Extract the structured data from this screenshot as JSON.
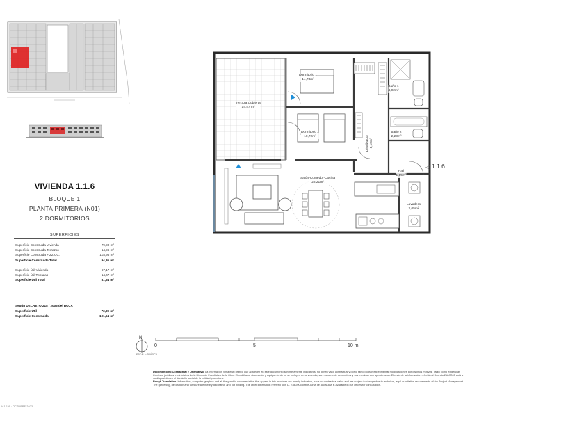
{
  "dwelling": {
    "title": "VIVIENDA 1.1.6",
    "block": "BLOQUE 1",
    "floor": "PLANTA PRIMERA (N01)",
    "bedrooms": "2 DORMITORIOS",
    "code_tag": "1.1.6"
  },
  "surfaces": {
    "heading": "SUPERFICIES",
    "built": [
      {
        "label": "Superficie Construida Vivienda",
        "value": "79,90 m²",
        "bold": false
      },
      {
        "label": "Superficie Construida Terrazas",
        "value": "14,96 m²",
        "bold": false
      },
      {
        "label": "Superficie Construida + ZZ.CC.",
        "value": "103,96 m²",
        "bold": false
      },
      {
        "label": "Superficie Construida Total",
        "value": "94,86 m²",
        "bold": true
      }
    ],
    "useful": [
      {
        "label": "Superficie Útil Vivienda",
        "value": "67,17 m²",
        "bold": false
      },
      {
        "label": "Superficie Útil Terrazas",
        "value": "14,47 m²",
        "bold": false
      },
      {
        "label": "Superficie Útil Total",
        "value": "81,64 m²",
        "bold": true
      }
    ],
    "decree_heading": "Según DECRETO 218 / 2005 del BOJA",
    "decree": [
      {
        "label": "Superficie Útil",
        "value": "73,89 m²",
        "bold": true
      },
      {
        "label": "Superficie Construida",
        "value": "101,64 m²",
        "bold": true
      }
    ]
  },
  "rooms": [
    {
      "name": "Dormitorio 1",
      "area": "14,73m²"
    },
    {
      "name": "Baño 1",
      "area": "4,02m²"
    },
    {
      "name": "Terraza Cubierta",
      "area": "14,47 m²"
    },
    {
      "name": "Dormitorio 2",
      "area": "10,72m²"
    },
    {
      "name": "Baño 2",
      "area": "2,23m²"
    },
    {
      "name": "Distribuidor",
      "area": "1,10m²"
    },
    {
      "name": "Hall",
      "area": "1,15m²"
    },
    {
      "name": "Salón-Comedor-Cocina",
      "area": "28,21m²"
    },
    {
      "name": "Lavadero",
      "area": "2,05m²"
    }
  ],
  "scale": {
    "north": "N",
    "ticks": [
      "0",
      "5",
      "10 m"
    ],
    "caption": "ESCALA GRÁFICA"
  },
  "disclaimer": {
    "es_title": "Documento no Contractual e Orientativo.",
    "es_body": "La información y material gráfico que aparecen en este documento son meramente indicativos, no tienen valor contractual y por lo tanto podrán experimentar modificaciones por distintos motivos. Tanto como exigencias técnicas, jurídicas o a iniciativa de la Dirección Facultativa de la Obra. El mobiliario, decoración y equipamiento no se incluyen en la vivienda, son meramente decorativos y sus medidas son aproximadas. El resto de la información referida al Decreto 218/2005 está a su disposición en el domicilio social de la entidad promotora.",
    "en_title": "Rough Translation.",
    "en_body": "Information, computer graphics and all the graphic documentation that appear in this brochure are merely indicative, have no contractual value and are subject to change due to technical, legal or initiative requirements of the Project Management. The gardening, decoration and furniture are merely decorative and not binding. The other information referred to in D. 218/2005 of the Junta de Andalucía is available in our offices for consultation."
  },
  "footer": {
    "code": "V.1.1.6 · OCTUBRE 2023"
  }
}
